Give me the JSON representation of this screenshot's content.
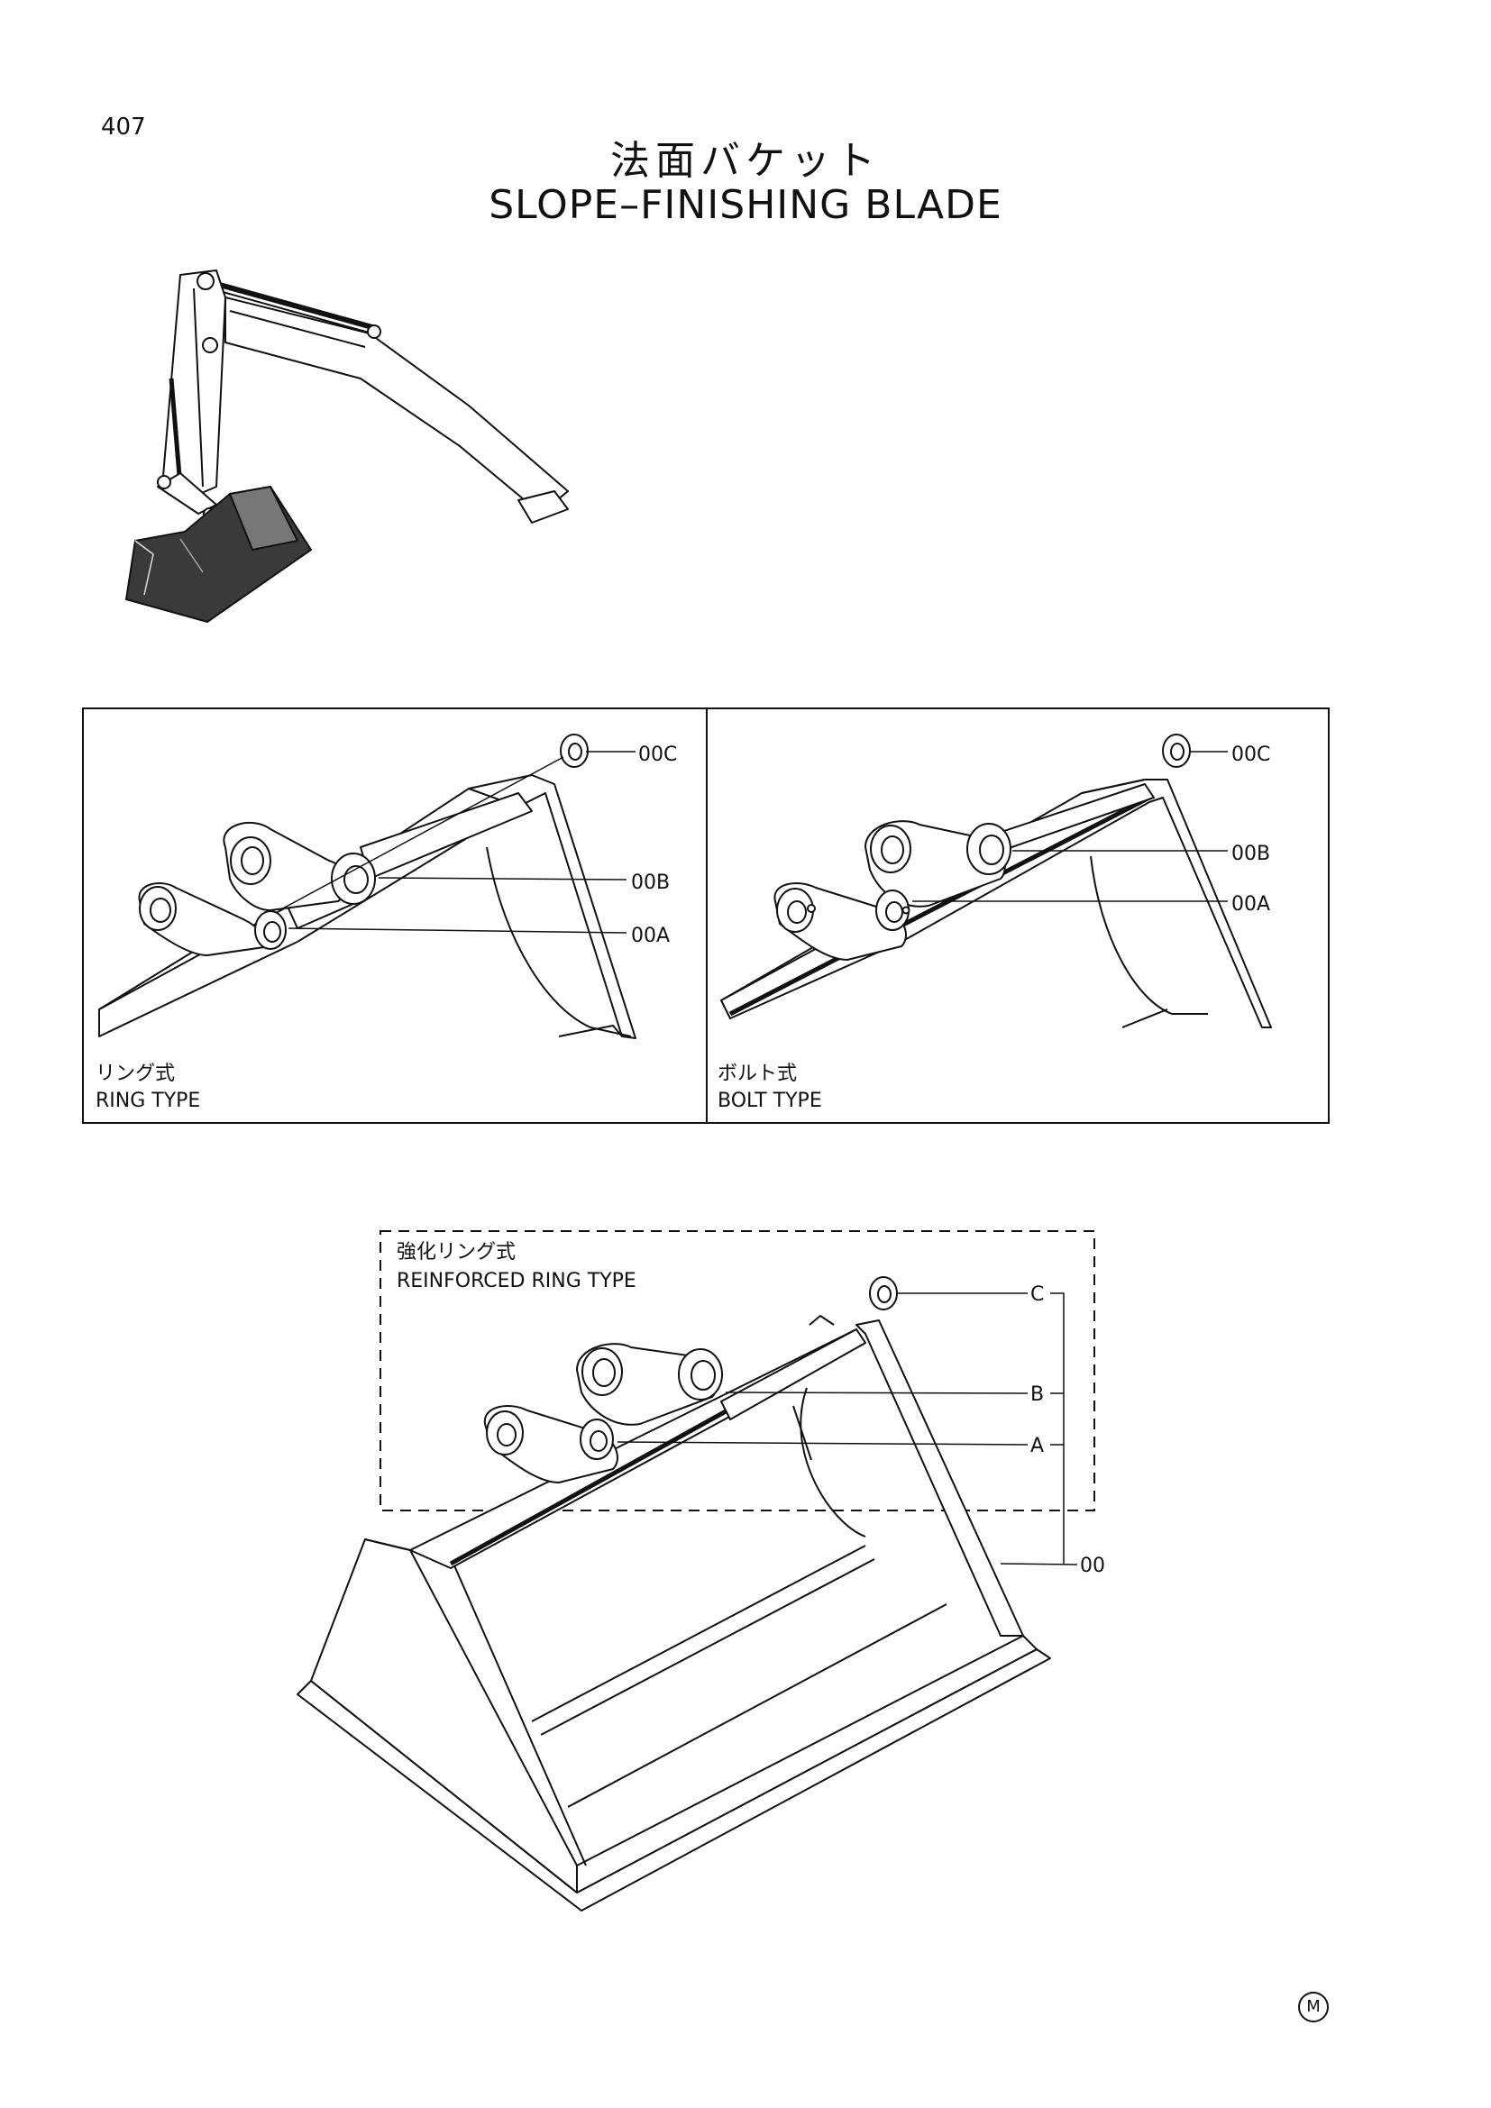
{
  "page": {
    "number": "407"
  },
  "title": {
    "jp": "法面バケット",
    "en": "SLOPE–FINISHING BLADE"
  },
  "panels": {
    "ring": {
      "jp": "リング式",
      "en": "RING TYPE",
      "labels": {
        "c": "00C",
        "b": "00B",
        "a": "00A"
      }
    },
    "bolt": {
      "jp": "ボルト式",
      "en": "BOLT TYPE",
      "labels": {
        "c": "00C",
        "b": "00B",
        "a": "00A"
      }
    },
    "reinforced": {
      "jp": "強化リング式",
      "en": "REINFORCED RING TYPE",
      "labels": {
        "c": "C",
        "b": "B",
        "a": "A",
        "assembly": "00"
      }
    }
  },
  "footer": {
    "mark": "M"
  },
  "colors": {
    "line": "#111111",
    "shade": "#333333",
    "background": "#ffffff"
  }
}
